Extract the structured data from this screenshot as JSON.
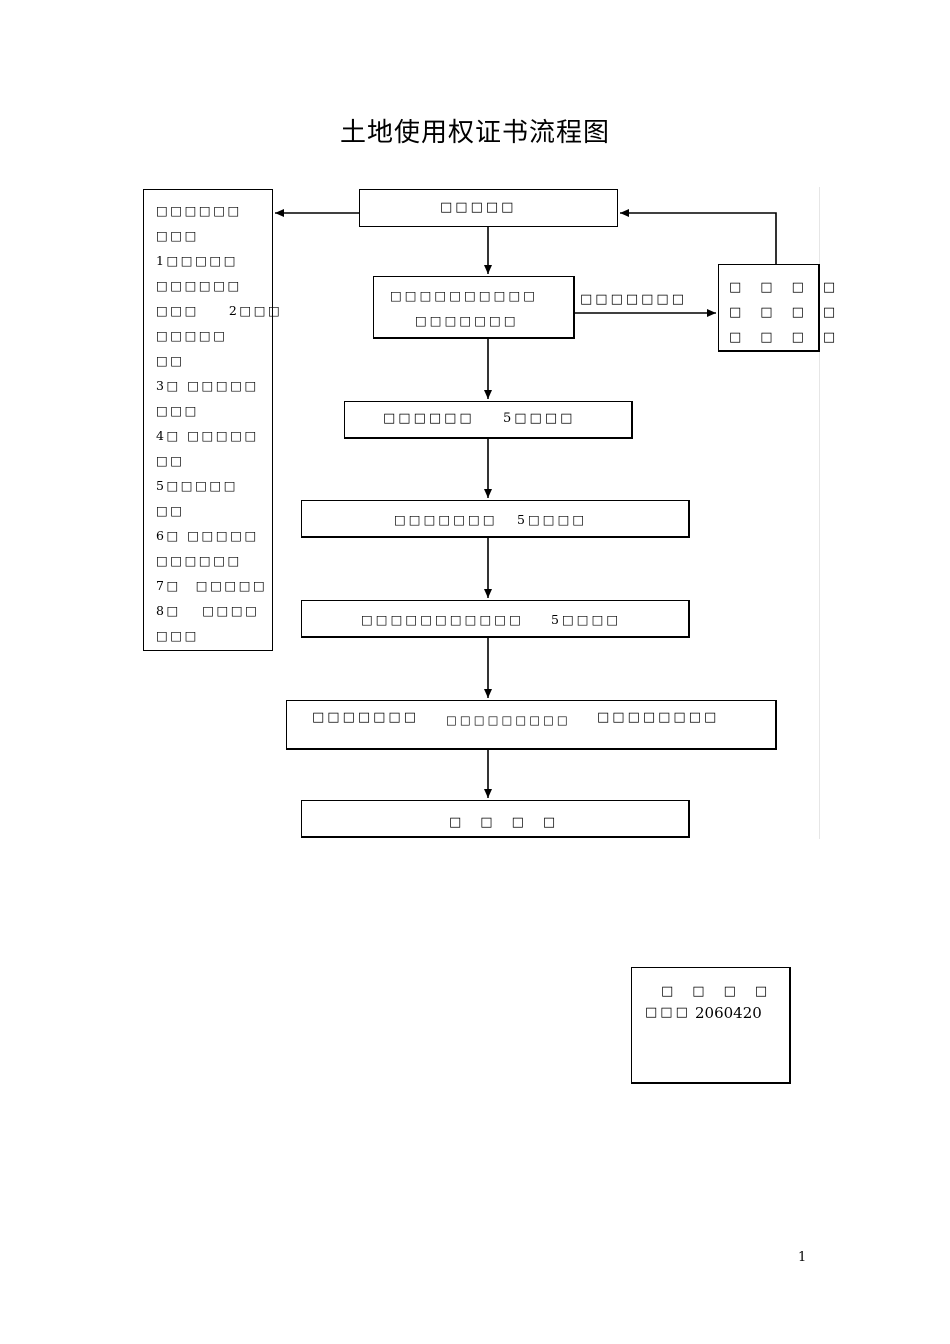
{
  "title": "土地使用权证书流程图",
  "requirements_box": {
    "lines": [
      "□□□□□□",
      "□□□",
      "1□□□□□",
      "□□□□□□",
      "□□□　　2□□□",
      "□□□□□",
      "□□",
      "3□ □□□□□",
      "□□□",
      "4□ □□□□□",
      "□□",
      "5□□□□□",
      "□□",
      "6□ □□□□□",
      "□□□□□□",
      "7□　□□□□□",
      "8□　 □□□□",
      "□□□"
    ]
  },
  "flow": {
    "step1": "□□□□□",
    "step2_line1": "□□□□□□□□□□",
    "step2_line2": "□□□□□□□",
    "branch_label": "□□□□□□□",
    "side_box_rows": [
      "□　□　□　□",
      "□　□　□　□",
      "□　□　□　□"
    ],
    "step3_left": "□□□□□□",
    "step3_right": "5□□□□",
    "step4_left": "□□□□□□□",
    "step4_right": "5□□□□",
    "step5_left": "□□□□□□□□□□□",
    "step5_right": "5□□□□",
    "step6_left": "□□□□□□□",
    "step6_mid": "□□□□□□□□□",
    "step6_right": "□□□□□□□□",
    "step7": "□　□　□　□"
  },
  "note_box": {
    "line1": "□　□　□　□",
    "label": "□□□",
    "code": "2060420"
  },
  "page_number": "1"
}
